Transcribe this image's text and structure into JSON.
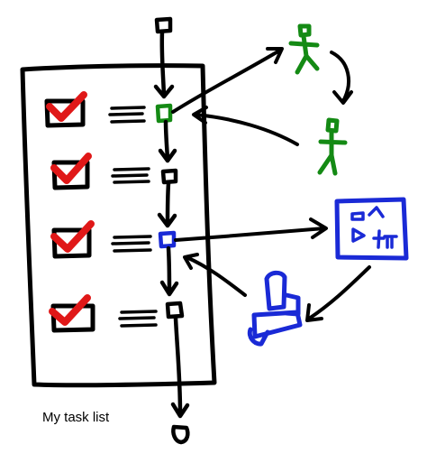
{
  "caption": "My task list",
  "colors": {
    "ink": "#000000",
    "check": "#e01818",
    "actor": "#148a14",
    "device": "#1a2ad6",
    "paper": "#ffffff"
  },
  "task_list": {
    "items": [
      {
        "checked": true,
        "step_color": "actor"
      },
      {
        "checked": true,
        "step_color": "ink"
      },
      {
        "checked": true,
        "step_color": "device"
      },
      {
        "checked": true,
        "step_color": "ink"
      }
    ]
  },
  "actors": [
    {
      "icon": "person-icon"
    },
    {
      "icon": "person-icon"
    }
  ],
  "devices": [
    {
      "icon": "screen-icon"
    },
    {
      "icon": "machine-icon"
    }
  ]
}
